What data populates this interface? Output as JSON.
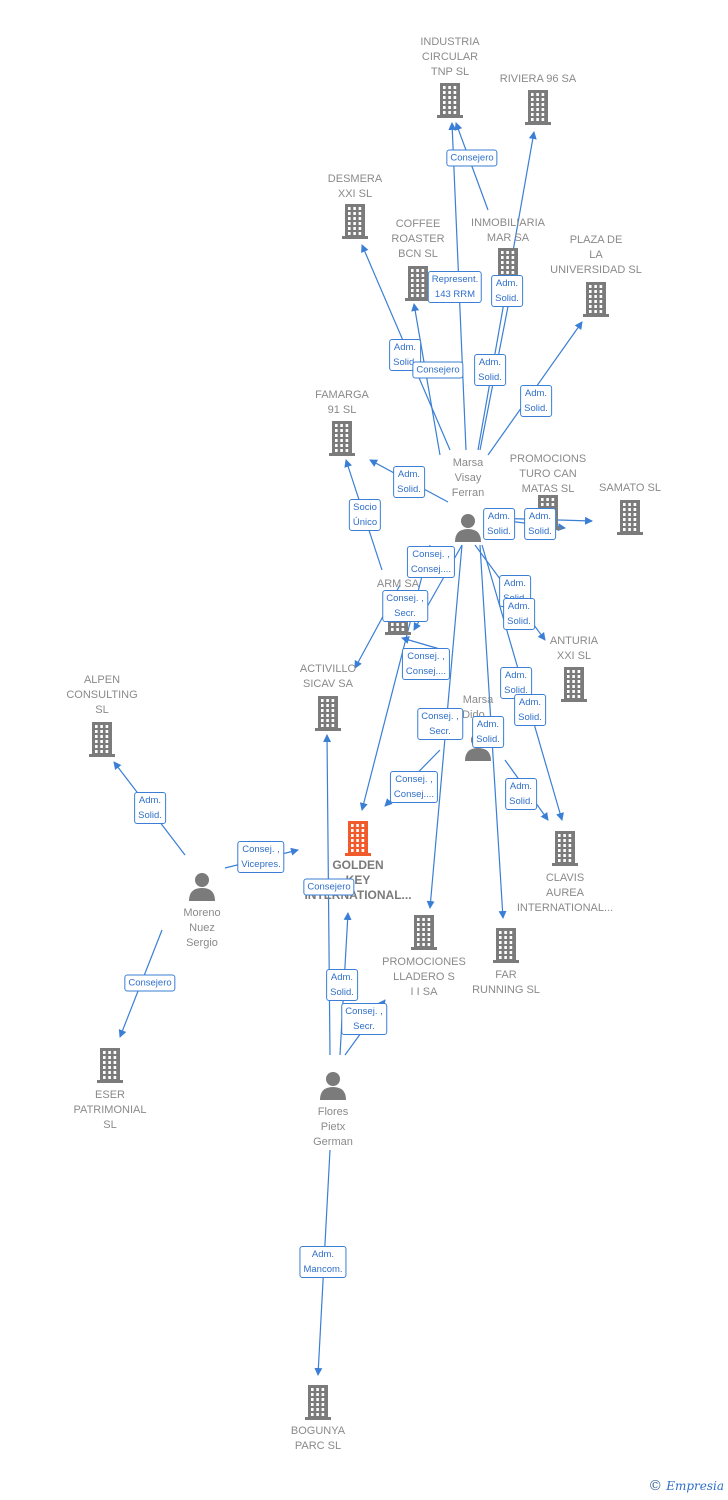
{
  "companies": [
    {
      "id": "industria",
      "label": "INDUSTRIA\nCIRCULAR\nTNP  SL"
    },
    {
      "id": "riviera",
      "label": "RIVIERA 96 SA"
    },
    {
      "id": "desmera",
      "label": "DESMERA\nXXI SL"
    },
    {
      "id": "coffee",
      "label": "COFFEE\nROASTER\nBCN  SL"
    },
    {
      "id": "inmobiliaria",
      "label": "INMOBILIARIA\nMAR SA"
    },
    {
      "id": "plaza",
      "label": "PLAZA DE\nLA\nUNIVERSIDAD SL"
    },
    {
      "id": "famarga",
      "label": "FAMARGA\n91  SL"
    },
    {
      "id": "promocions",
      "label": "PROMOCIONS\nTURO CAN\nMATAS  SL"
    },
    {
      "id": "samato",
      "label": "SAMATO  SL"
    },
    {
      "id": "arm",
      "label": "ARM SA"
    },
    {
      "id": "anturia",
      "label": "ANTURIA\nXXI  SL"
    },
    {
      "id": "activillo",
      "label": "ACTIVILLO\nSICAV SA"
    },
    {
      "id": "alpen",
      "label": "ALPEN\nCONSULTING\nSL"
    },
    {
      "id": "golden",
      "label": "GOLDEN\nKEY\nINTERNATIONAL...",
      "focus": true
    },
    {
      "id": "clavis",
      "label": "CLAVIS\nAUREA\nINTERNATIONAL..."
    },
    {
      "id": "lladero",
      "label": "PROMOCIONES\nLLADERO S\nI I SA"
    },
    {
      "id": "far",
      "label": "FAR\nRUNNING  SL"
    },
    {
      "id": "eser",
      "label": "ESER\nPATRIMONIAL\nSL"
    },
    {
      "id": "bogunya",
      "label": "BOGUNYA\nPARC SL"
    }
  ],
  "persons": [
    {
      "id": "marsa_ferran",
      "label": "Marsa\nVisay\nFerran"
    },
    {
      "id": "marsa_dido",
      "label": "Marsa\nDido..."
    },
    {
      "id": "moreno",
      "label": "Moreno\nNuez\nSergio"
    },
    {
      "id": "flores",
      "label": "Flores\nPietx\nGerman"
    }
  ],
  "edge_labels": [
    "Consejero",
    "Represent.\n143 RRM",
    "Adm.\nSolid.",
    "Adm.\nSolid.",
    "Consejero",
    "Adm.\nSolid.",
    "Adm.\nSolid.",
    "Adm.\nSolid.",
    "Socio\nÚnico",
    "Adm.\nSolid.",
    "Adm.\nSolid.",
    "Consej. ,\nConsej....",
    "Consej. ,\nSecr.",
    "Adm.\nSolid.",
    "Adm.\nSolid.",
    "Consej. ,\nConsej....",
    "Adm.\nSolid.",
    "Adm.\nSolid.",
    "Consej. ,\nSecr.",
    "Adm.\nSolid.",
    "Consej. ,\nConsej....",
    "Adm.\nSolid.",
    "Adm.\nSolid.",
    "Consej. ,\nVicepres.",
    "Consejero",
    "Adm.\nSolid.",
    "Consej. ,\nSecr.",
    "Consejero",
    "Adm.\nMancom.",
    "Adm.\nSolid."
  ],
  "colors": {
    "edge": "#3a7fd5",
    "building": "#7b7b7b",
    "focus": "#f15a2a",
    "person": "#7b7b7b"
  },
  "brand": {
    "symbol": "©",
    "name": "Empresia"
  }
}
